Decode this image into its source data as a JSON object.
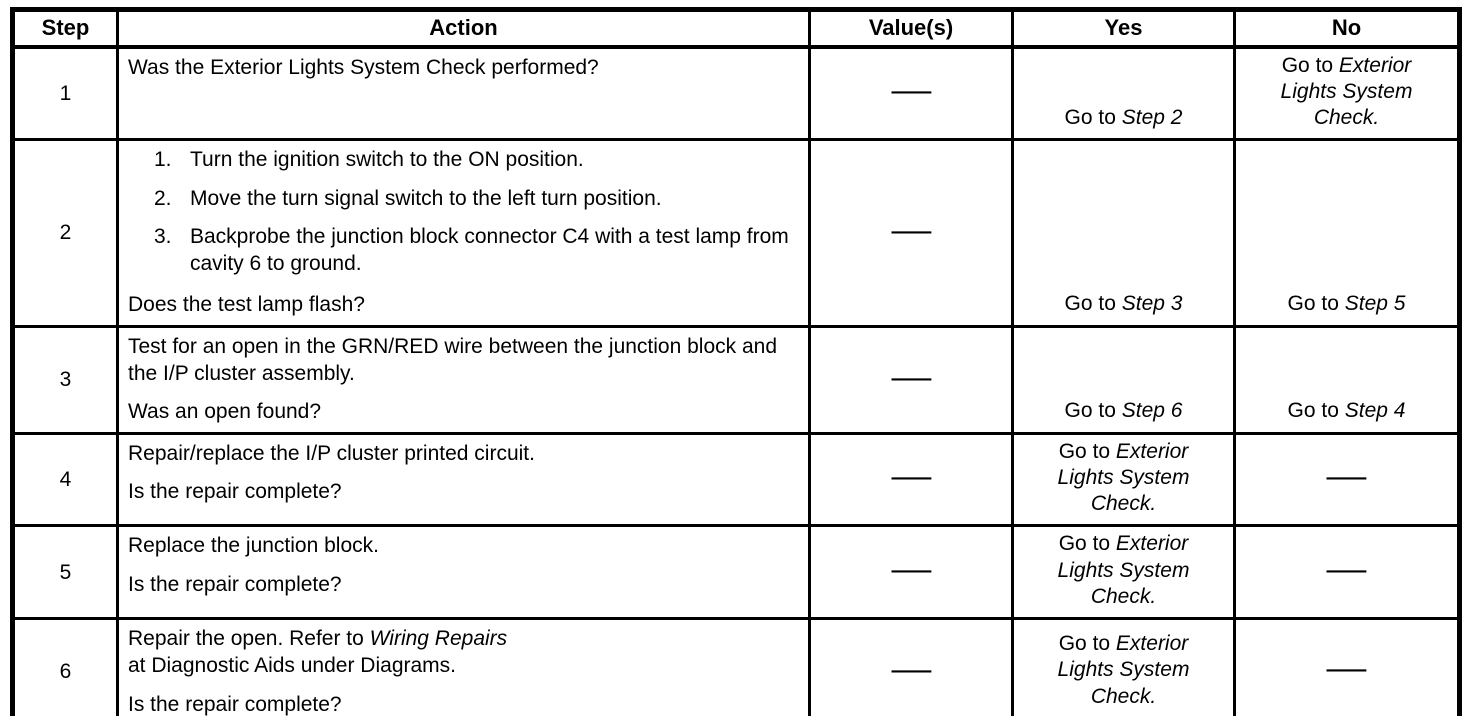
{
  "table": {
    "headers": [
      {
        "id": "step",
        "label": "Step"
      },
      {
        "id": "action",
        "label": "Action"
      },
      {
        "id": "values",
        "label": "Value(s)"
      },
      {
        "id": "yes",
        "label": "Yes"
      },
      {
        "id": "no",
        "label": "No"
      }
    ],
    "rows": [
      {
        "step": "1",
        "action": [
          {
            "type": "p",
            "runs": [
              {
                "t": "Was the Exterior Lights System Check performed?"
              }
            ]
          }
        ],
        "value": "—",
        "yes": {
          "align": "bottom",
          "runs": [
            {
              "t": "Go to "
            },
            {
              "t": "Step 2",
              "i": 1
            }
          ]
        },
        "no": {
          "align": "center",
          "runs": [
            {
              "t": "Go to "
            },
            {
              "t": "Exterior",
              "i": 1
            },
            {
              "t": "Lights System",
              "i": 1,
              "br": 1
            },
            {
              "t": "Check.",
              "i": 1,
              "br": 1
            }
          ]
        }
      },
      {
        "step": "2",
        "action": [
          {
            "type": "ol",
            "items": [
              [
                {
                  "t": "Turn the ignition switch to the ON position."
                }
              ],
              [
                {
                  "t": "Move the turn signal switch to the left turn position."
                }
              ],
              [
                {
                  "t": "Backprobe the junction block connector C4 with a test lamp from cavity 6 to ground."
                }
              ]
            ]
          },
          {
            "type": "p",
            "push": 1,
            "runs": [
              {
                "t": "Does the test lamp flash?"
              }
            ]
          }
        ],
        "value": "—",
        "yes": {
          "align": "bottom",
          "runs": [
            {
              "t": "Go to "
            },
            {
              "t": "Step 3",
              "i": 1
            }
          ]
        },
        "no": {
          "align": "bottom",
          "runs": [
            {
              "t": "Go to "
            },
            {
              "t": "Step 5",
              "i": 1
            }
          ]
        }
      },
      {
        "step": "3",
        "action": [
          {
            "type": "p",
            "runs": [
              {
                "t": "Test for an open in the GRN/RED wire between the junction block and the I/P cluster assembly."
              }
            ]
          },
          {
            "type": "p",
            "runs": [
              {
                "t": "Was an open found?"
              }
            ]
          }
        ],
        "value": "—",
        "yes": {
          "align": "bottom",
          "runs": [
            {
              "t": "Go to "
            },
            {
              "t": "Step 6",
              "i": 1
            }
          ]
        },
        "no": {
          "align": "bottom",
          "runs": [
            {
              "t": "Go to "
            },
            {
              "t": "Step 4",
              "i": 1
            }
          ]
        }
      },
      {
        "step": "4",
        "action": [
          {
            "type": "p",
            "runs": [
              {
                "t": "Repair/replace the I/P cluster printed circuit."
              }
            ]
          },
          {
            "type": "p",
            "runs": [
              {
                "t": "Is the repair complete?"
              }
            ]
          }
        ],
        "value": "—",
        "yes": {
          "align": "center",
          "runs": [
            {
              "t": "Go to "
            },
            {
              "t": "Exterior",
              "i": 1
            },
            {
              "t": "Lights System",
              "i": 1,
              "br": 1
            },
            {
              "t": "Check.",
              "i": 1,
              "br": 1
            }
          ]
        },
        "no": {
          "align": "center",
          "dash": 1,
          "runs": [
            {
              "t": "—"
            }
          ]
        }
      },
      {
        "step": "5",
        "action": [
          {
            "type": "p",
            "runs": [
              {
                "t": "Replace the junction block."
              }
            ]
          },
          {
            "type": "p",
            "runs": [
              {
                "t": "Is the repair complete?"
              }
            ]
          }
        ],
        "value": "—",
        "yes": {
          "align": "center",
          "runs": [
            {
              "t": "Go to "
            },
            {
              "t": "Exterior",
              "i": 1
            },
            {
              "t": "Lights System",
              "i": 1,
              "br": 1
            },
            {
              "t": "Check.",
              "i": 1,
              "br": 1
            }
          ]
        },
        "no": {
          "align": "center",
          "dash": 1,
          "runs": [
            {
              "t": "—"
            }
          ]
        }
      },
      {
        "step": "6",
        "action": [
          {
            "type": "p",
            "runs": [
              {
                "t": "Repair the open. Refer to "
              },
              {
                "t": "Wiring Repairs",
                "i": 1
              },
              {
                "t": "at Diagnostic Aids under Diagrams.",
                "br": 1
              }
            ]
          },
          {
            "type": "p",
            "runs": [
              {
                "t": "Is the repair complete?"
              }
            ]
          }
        ],
        "value": "—",
        "yes": {
          "align": "center",
          "runs": [
            {
              "t": "Go to "
            },
            {
              "t": "Exterior",
              "i": 1
            },
            {
              "t": "Lights System",
              "i": 1,
              "br": 1
            },
            {
              "t": "Check.",
              "i": 1,
              "br": 1
            }
          ]
        },
        "no": {
          "align": "center",
          "dash": 1,
          "runs": [
            {
              "t": "—"
            }
          ]
        }
      }
    ]
  }
}
